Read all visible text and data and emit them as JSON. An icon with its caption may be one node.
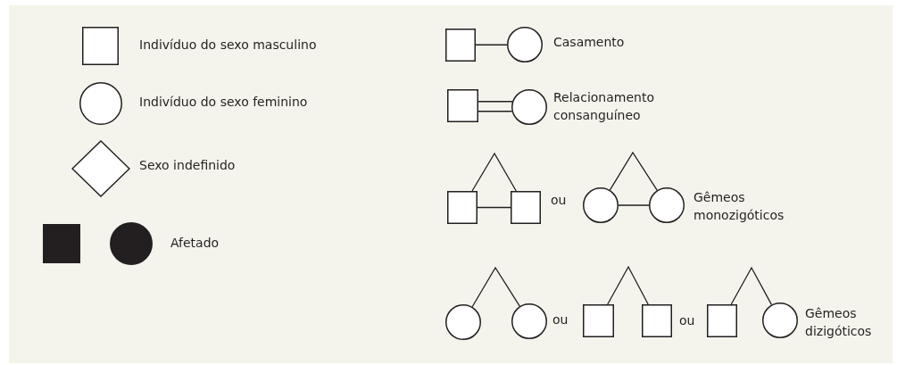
{
  "diagram": {
    "nodes": [
      {
        "text": [],
        "shape": "box"
      },
      {
        "text": [],
        "shape": "circle"
      },
      {
        "text": [],
        "shape": "diamond"
      },
      {
        "text": [],
        "shape": "block"
      },
      {
        "text": [],
        "shape": "dot"
      },
      {
        "text": [],
        "shape": "box"
      },
      {
        "text": [],
        "shape": "circle"
      },
      {
        "text": [],
        "shape": "box"
      },
      {
        "text": [],
        "shape": "circle"
      },
      {
        "text": [],
        "shape": "box"
      },
      {
        "text": [],
        "shape": "box"
      },
      {
        "text": [],
        "shape": "circle"
      },
      {
        "text": [],
        "shape": "circle"
      },
      {
        "text": [],
        "shape": "circle"
      },
      {
        "text": [],
        "shape": "circle"
      },
      {
        "text": [],
        "shape": "box"
      },
      {
        "text": [],
        "shape": "box"
      },
      {
        "text": [],
        "shape": "box"
      },
      {
        "text": [],
        "shape": "circle"
      }
    ],
    "edges": [
      {
        "from": 5,
        "to": 6,
        "arrow": "none"
      },
      {
        "from": 7,
        "to": 8,
        "arrow": "none"
      },
      {
        "from": 7,
        "to": 8,
        "arrow": "none"
      },
      {
        "from": 9,
        "to": 10,
        "arrow": "none"
      },
      {
        "from": 9,
        "to": 10,
        "arrow": "none"
      },
      {
        "from": 11,
        "to": 12,
        "arrow": "none"
      },
      {
        "from": 11,
        "to": 12,
        "arrow": "none"
      },
      {
        "from": 13,
        "to": 14,
        "arrow": "none"
      },
      {
        "from": 15,
        "to": 16,
        "arrow": "none"
      },
      {
        "from": 17,
        "to": 18,
        "arrow": "none"
      }
    ],
    "labels": [
      "Indivíduo do sexo masculino",
      "Casamento",
      "Indivíduo do sexo feminino",
      "Relacionamento consanguíneo",
      "Sexo indefinido",
      "ou",
      "Gêmeos monozigóticos",
      "Afetado",
      "ou",
      "ou",
      "Gêmeos dizigóticos"
    ]
  }
}
